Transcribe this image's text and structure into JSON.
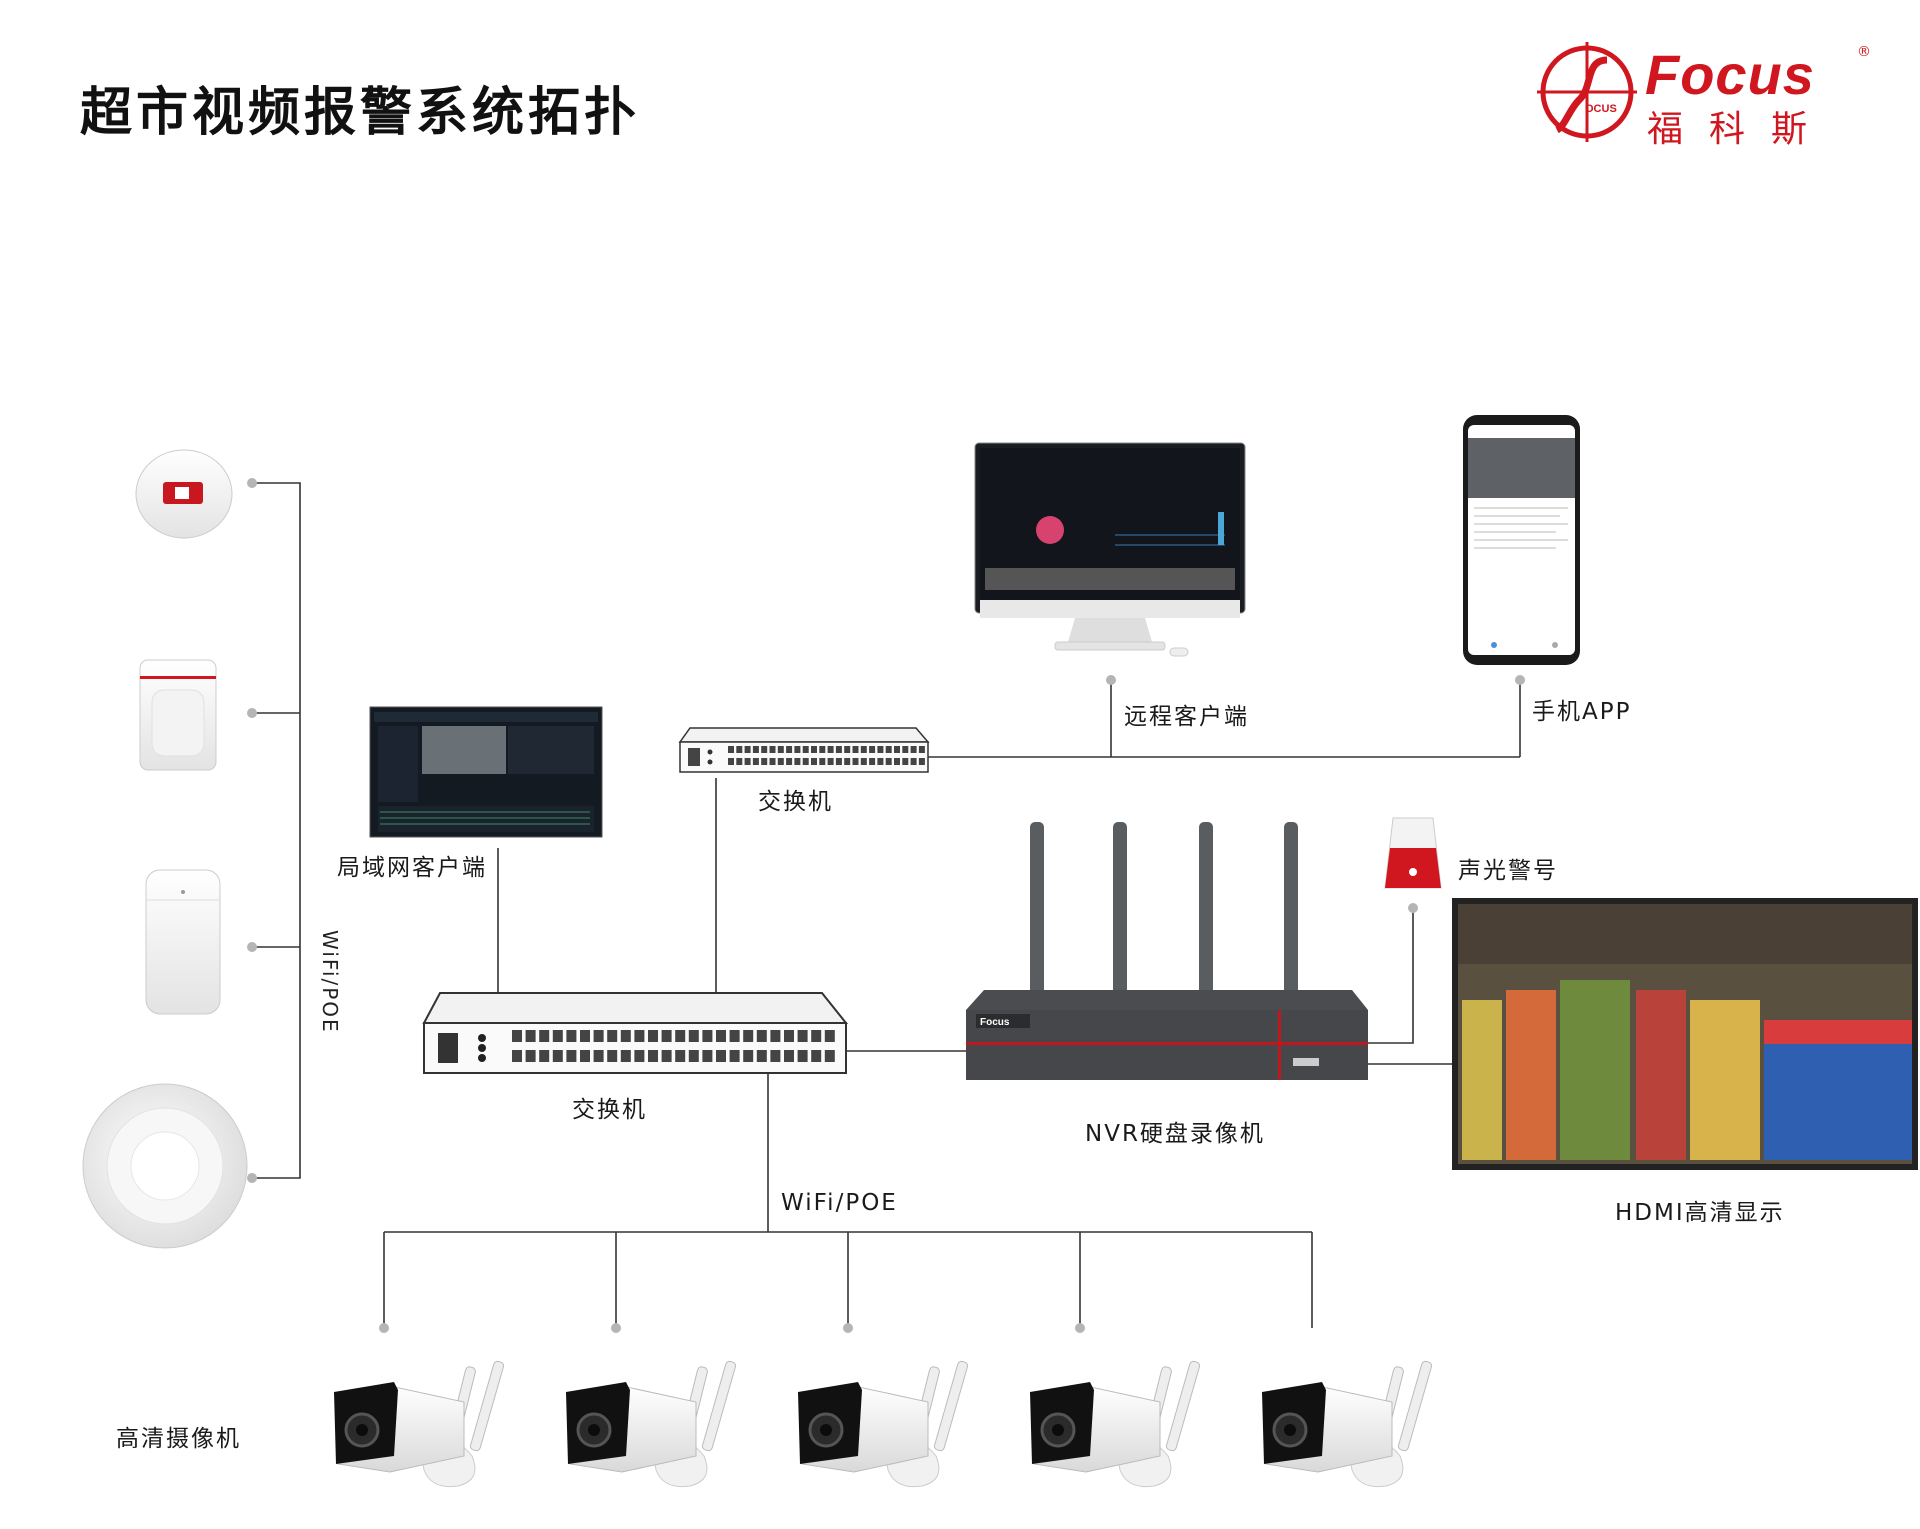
{
  "title": "超市视频报警系统拓扑",
  "logo": {
    "brand": "Focus",
    "brand_cn": "福科斯",
    "emblem_text": "OCUS",
    "reg": "®"
  },
  "labels": {
    "remote_client": "远程客户端",
    "mobile_app": "手机APP",
    "switch_top": "交换机",
    "switch_main": "交换机",
    "lan_client": "局域网客户端",
    "siren": "声光警号",
    "nvr": "NVR硬盘录像机",
    "hdmi": "HDMI高清显示",
    "wifi_poe_bottom": "WiFi/POE",
    "wifi_poe_side": "WiFi/POE",
    "cameras": "高清摄像机",
    "nvr_brand": "Focus"
  },
  "colors": {
    "brand_red": "#d0171f",
    "line": "#333333",
    "dot": "#b5b5b5"
  }
}
